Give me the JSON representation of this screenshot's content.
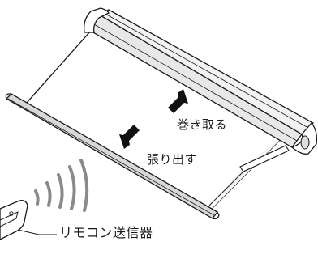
{
  "labels": {
    "retract": "巻き取る",
    "extend": "張り出す",
    "remote": "リモコン送信器"
  },
  "colors": {
    "line": "#1a1a1a",
    "fabric": "#ffffff",
    "cassette": "#f2f2f2",
    "arrow": "#111111"
  }
}
